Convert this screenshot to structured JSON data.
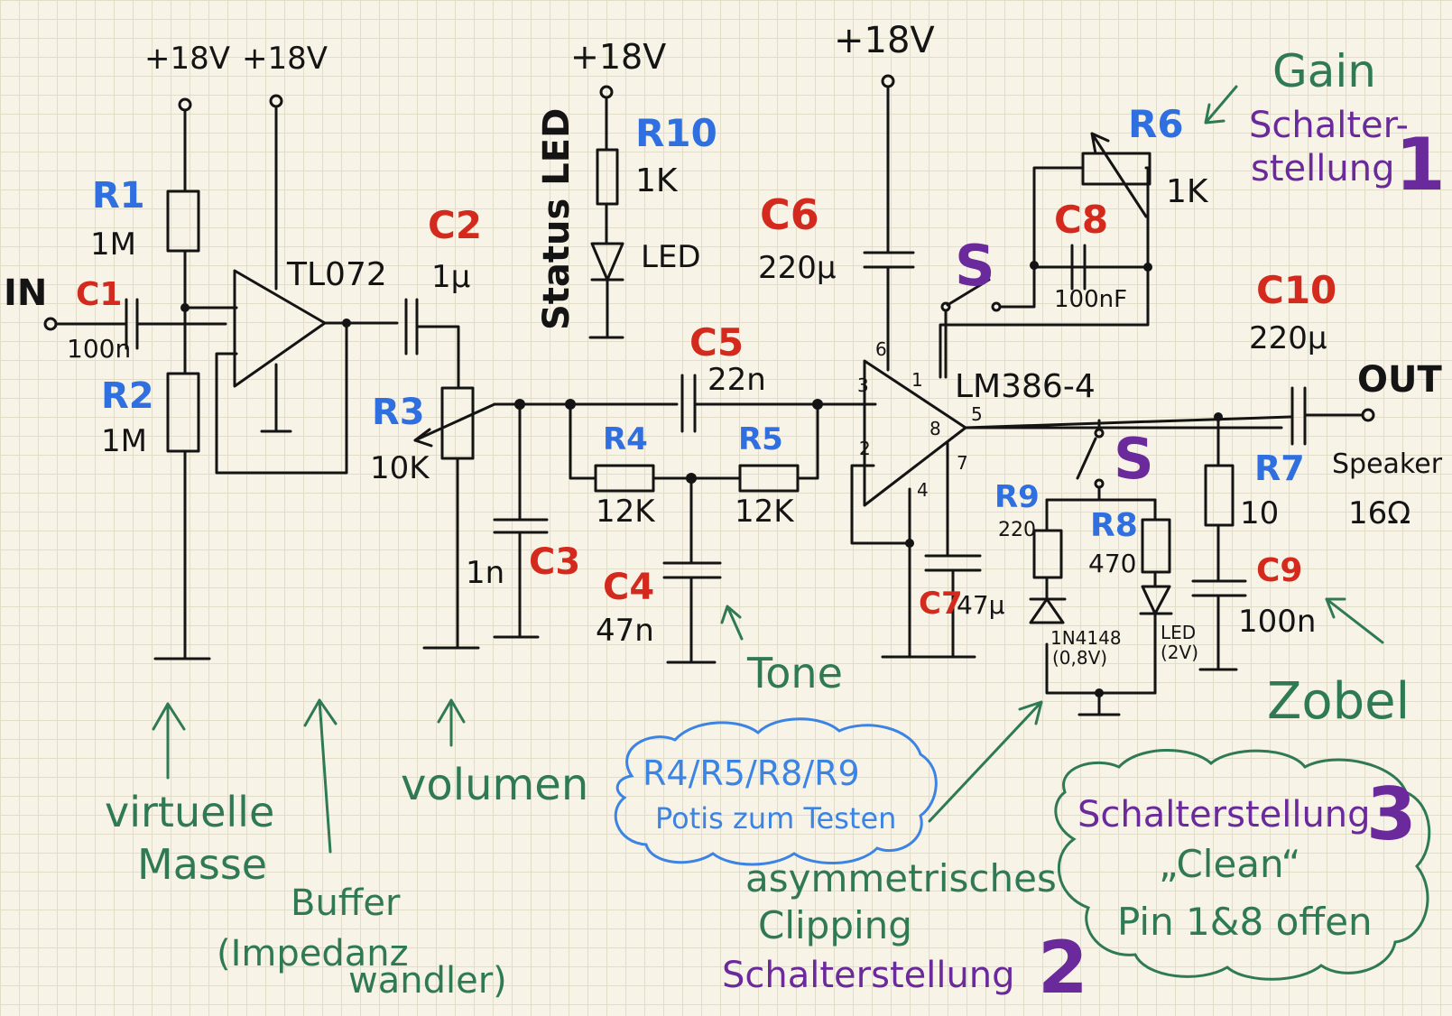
{
  "supply": {
    "v1": "+18V",
    "v2": "+18V",
    "v3": "+18V",
    "v4": "+18V"
  },
  "io": {
    "in": "IN",
    "out": "OUT"
  },
  "opamps": {
    "buffer": "TL072",
    "power": "LM386-4"
  },
  "resistors": {
    "R1": {
      "name": "R1",
      "value": "1M"
    },
    "R2": {
      "name": "R2",
      "value": "1M"
    },
    "R3": {
      "name": "R3",
      "value": "10K"
    },
    "R4": {
      "name": "R4",
      "value": "12K"
    },
    "R5": {
      "name": "R5",
      "value": "12K"
    },
    "R6": {
      "name": "R6",
      "value": "1K"
    },
    "R7": {
      "name": "R7",
      "value": "10"
    },
    "R8": {
      "name": "R8",
      "value": "470"
    },
    "R9": {
      "name": "R9",
      "value": "220"
    },
    "R10": {
      "name": "R10",
      "value": "1K"
    }
  },
  "capacitors": {
    "C1": {
      "name": "C1",
      "value": "100n"
    },
    "C2": {
      "name": "C2",
      "value": "1µ"
    },
    "C3": {
      "name": "C3",
      "value": "1n"
    },
    "C4": {
      "name": "C4",
      "value": "47n"
    },
    "C5": {
      "name": "C5",
      "value": "22n"
    },
    "C6": {
      "name": "C6",
      "value": "220µ"
    },
    "C7": {
      "name": "C7",
      "value": "47µ"
    },
    "C8": {
      "name": "C8",
      "value": "100nF"
    },
    "C9": {
      "name": "C9",
      "value": "100n"
    },
    "C10": {
      "name": "C10",
      "value": "220µ"
    }
  },
  "parts": {
    "status_led": "Status LED",
    "led": "LED",
    "diode": "1N4148",
    "diode_v": "(0,8V)",
    "led2": "LED",
    "led2_v": "(2V)",
    "speaker": "Speaker",
    "speaker_ohm": "16Ω",
    "switch1": "S",
    "switch2": "S"
  },
  "pins": {
    "p1": "1",
    "p2": "2",
    "p3": "3",
    "p4": "4",
    "p5": "5",
    "p6": "6",
    "p7": "7",
    "p8": "8"
  },
  "notes": {
    "gain": "Gain",
    "sw1": "Schalter-",
    "sw1b": "stellung",
    "sw1_num": "1",
    "zobel": "Zobel",
    "tone": "Tone",
    "virtual_ground_1": "virtuelle",
    "virtual_ground_2": "Masse",
    "buffer_1": "Buffer",
    "buffer_2": "(Impedanz",
    "buffer_3": "wandler)",
    "volume": "volumen",
    "pots_1": "R4/R5/R8/R9",
    "pots_2": "Potis zum Testen",
    "asym_1": "asymmetrisches",
    "asym_2": "Clipping",
    "sw2": "Schalterstellung",
    "sw2_num": "2",
    "sw3": "Schalterstellung",
    "sw3_num": "3",
    "clean": "„Clean“",
    "pins_open": "Pin 1&8 offen"
  },
  "colors": {
    "ink": "#141414",
    "resistor_labels": "#2f6fe0",
    "capacitor_labels": "#d42a1e",
    "switch_labels": "#6b2a9c",
    "annotations": "#2f7a55",
    "paper": "#f7f3e6"
  }
}
